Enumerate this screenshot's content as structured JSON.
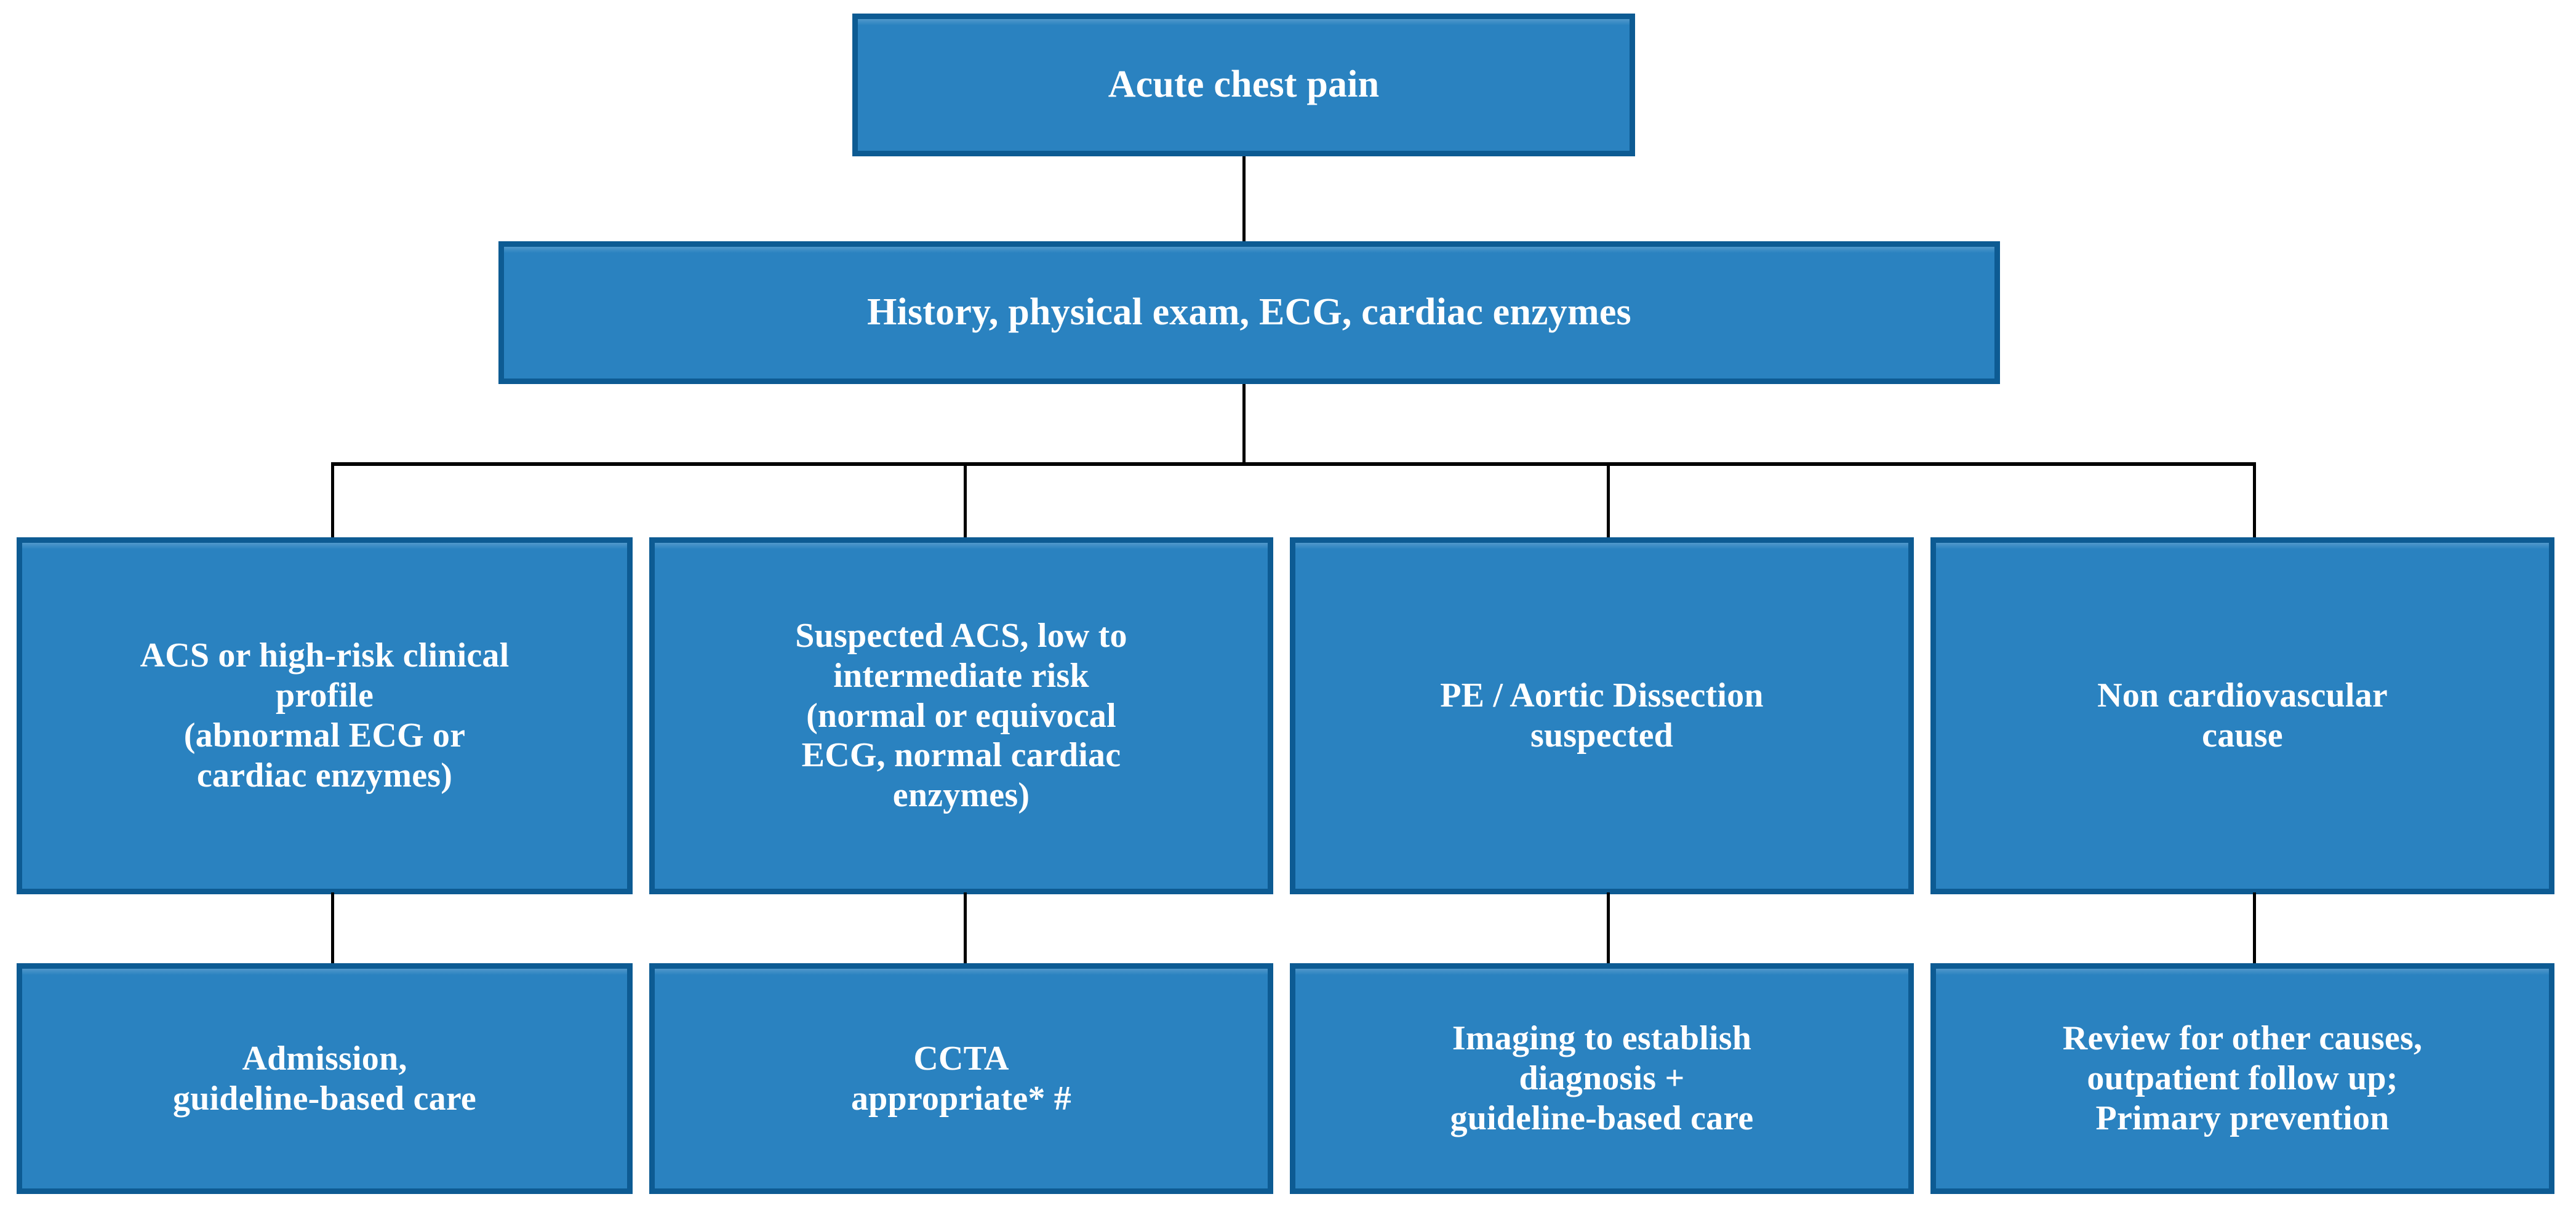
{
  "diagram": {
    "title": "Acute chest pain evaluation pathway",
    "colors": {
      "node_fill": "#2a82c0",
      "node_border": "#0d5b93",
      "node_text": "#ffffff",
      "connector": "#000000",
      "background": "#ffffff"
    },
    "nodes": {
      "root": "Acute chest pain",
      "workup": "History, physical exam, ECG, cardiac enzymes",
      "branch1": "ACS or high-risk clinical\nprofile\n(abnormal ECG or\ncardiac enzymes)",
      "branch2": "Suspected ACS, low to\nintermediate risk\n(normal or equivocal\nECG, normal cardiac\nenzymes)",
      "branch3": "PE / Aortic Dissection\nsuspected",
      "branch4": "Non cardiovascular\ncause",
      "outcome1": "Admission,\nguideline-based care",
      "outcome2": "CCTA\nappropriate* #",
      "outcome3": "Imaging to establish\ndiagnosis +\nguideline-based care",
      "outcome4": "Review for other causes,\noutpatient follow up;\nPrimary prevention"
    }
  }
}
